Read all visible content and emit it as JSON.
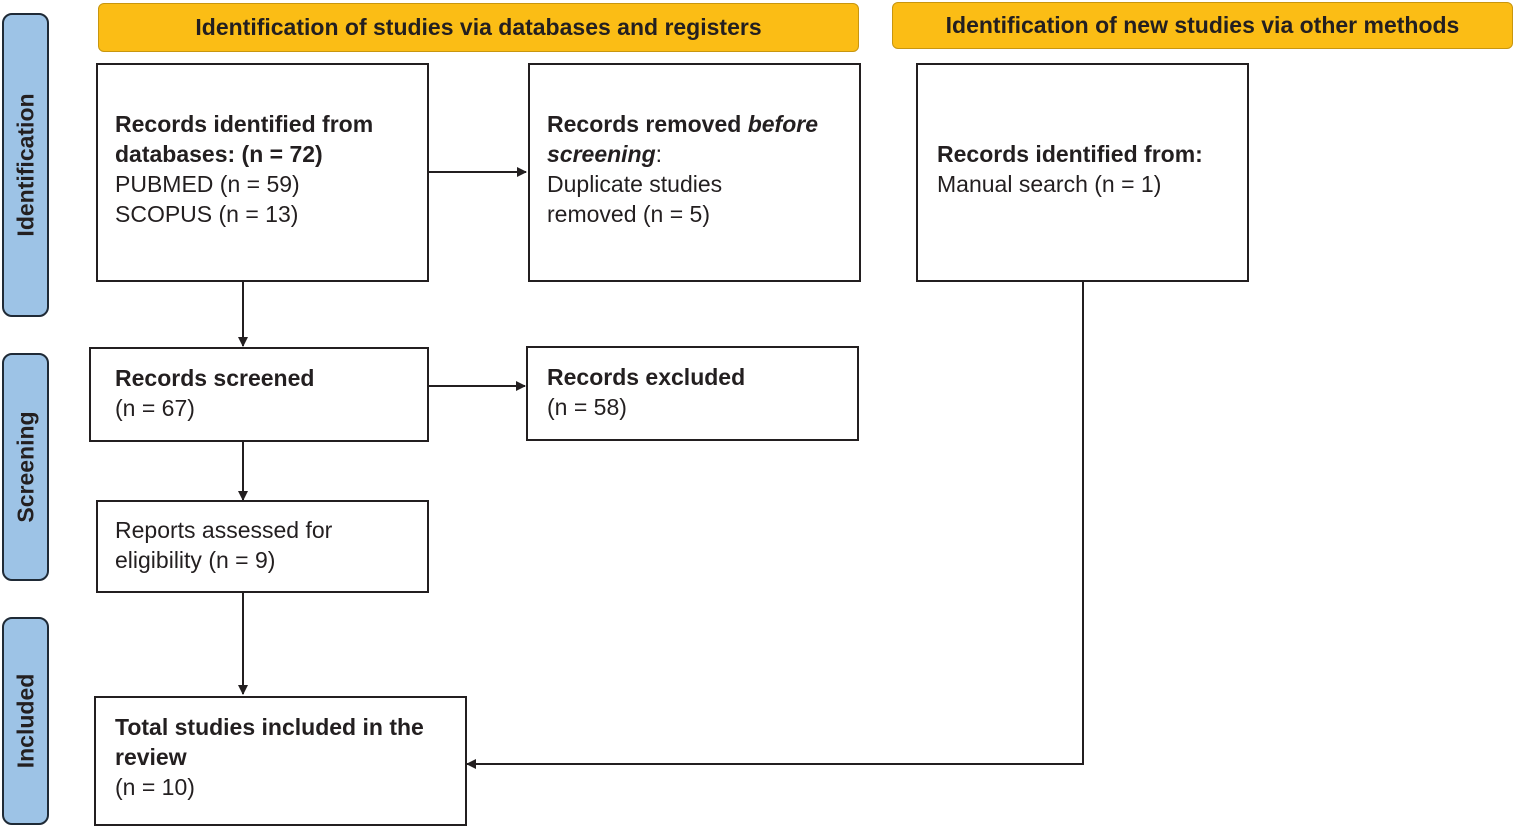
{
  "headers": {
    "left": "Identification of studies via databases and registers",
    "right": "Identification of new studies via other methods"
  },
  "phases": {
    "identification": "Identification",
    "screening": "Screening",
    "included": "Included"
  },
  "boxes": {
    "records_identified": {
      "line1": "Records identified from",
      "line2": "databases: (n = 72)",
      "line3": "PUBMED (n = 59)",
      "line4": "SCOPUS (n = 13)"
    },
    "records_removed": {
      "line1_bold": "Records removed ",
      "line1_italic": "before",
      "line2_italic": "screening",
      "line2_colon": ":",
      "line3": "Duplicate studies",
      "line4": "removed (n = 5)"
    },
    "other_identified": {
      "line1": "Records identified from:",
      "line2": "Manual search (n = 1)"
    },
    "records_screened": {
      "line1": "Records screened",
      "line2": "(n = 67)"
    },
    "records_excluded": {
      "line1": "Records excluded",
      "line2": "(n = 58)"
    },
    "reports_assessed": {
      "line1": "Reports assessed for",
      "line2": "eligibility (n = 9)"
    },
    "total_included": {
      "line1": "Total studies included in the",
      "line2": "review",
      "line3": "(n = 10)"
    }
  },
  "colors": {
    "header_fill": "#fbbd15",
    "phase_fill": "#9dc3e6",
    "stroke": "#231f20"
  }
}
